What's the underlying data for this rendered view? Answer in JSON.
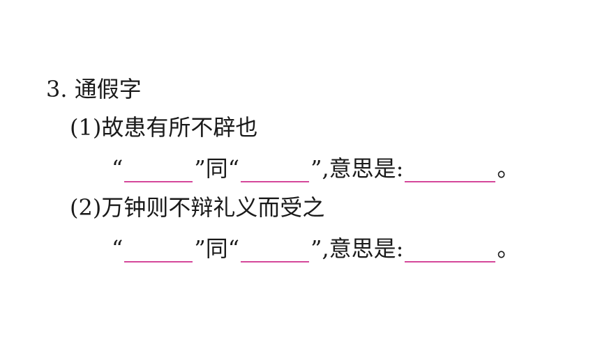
{
  "section": {
    "heading": "3. 通假字"
  },
  "items": [
    {
      "prompt": "(1)故患有所不辟也",
      "open_quote": "“",
      "mid_text": "”同“",
      "after_text": "”,意思是:",
      "end_mark": "。"
    },
    {
      "prompt": "(2)万钟则不辩礼义而受之",
      "open_quote": "“",
      "mid_text": "”同“",
      "after_text": "”,意思是:",
      "end_mark": "。"
    }
  ],
  "colors": {
    "blank_underline": "#d4479a",
    "text": "#1a1a1a"
  }
}
